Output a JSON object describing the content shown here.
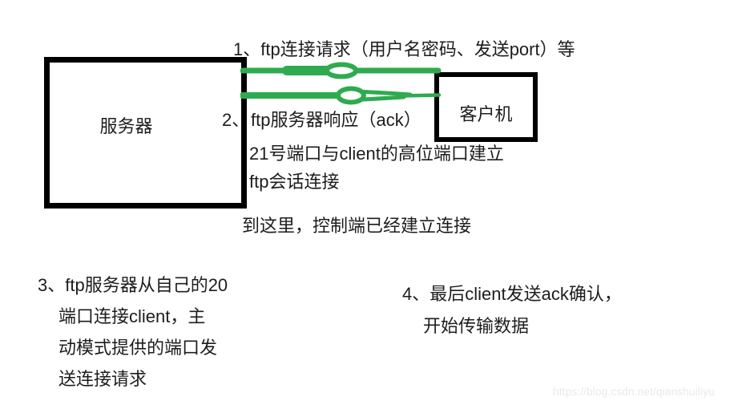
{
  "colors": {
    "background": "#ffffff",
    "text": "#1d1d1d",
    "box_border": "#000000",
    "arrow_green": "#2eab4f",
    "watermark": "#e9e9e9"
  },
  "nodes": {
    "server": {
      "label": "服务器"
    },
    "client": {
      "label": "客户机"
    }
  },
  "arrows": {
    "top": {
      "name": "ftp-request-stroke",
      "from": "server",
      "to": "client"
    },
    "bottom": {
      "name": "ftp-response-stroke",
      "from": "server",
      "to": "client"
    }
  },
  "annotations": {
    "step1": "1、ftp连接请求（用户名密码、发送port）等",
    "step2_num": "2、",
    "step2_text": "ftp服务器响应（ack）",
    "step2_line2": "21号端口与client的高位端口建立",
    "step2_line3": "ftp会话连接",
    "control_note": "到这里，控制端已经建立连接",
    "step3_lines": [
      "3、ftp服务器从自己的20",
      "端口连接client，主",
      "动模式提供的端口发",
      "送连接请求"
    ],
    "step4_lines": [
      "4、最后client发送ack确认，",
      "开始传输数据"
    ]
  },
  "watermark": "https://blog.csdn.net/qianshuiliyu"
}
